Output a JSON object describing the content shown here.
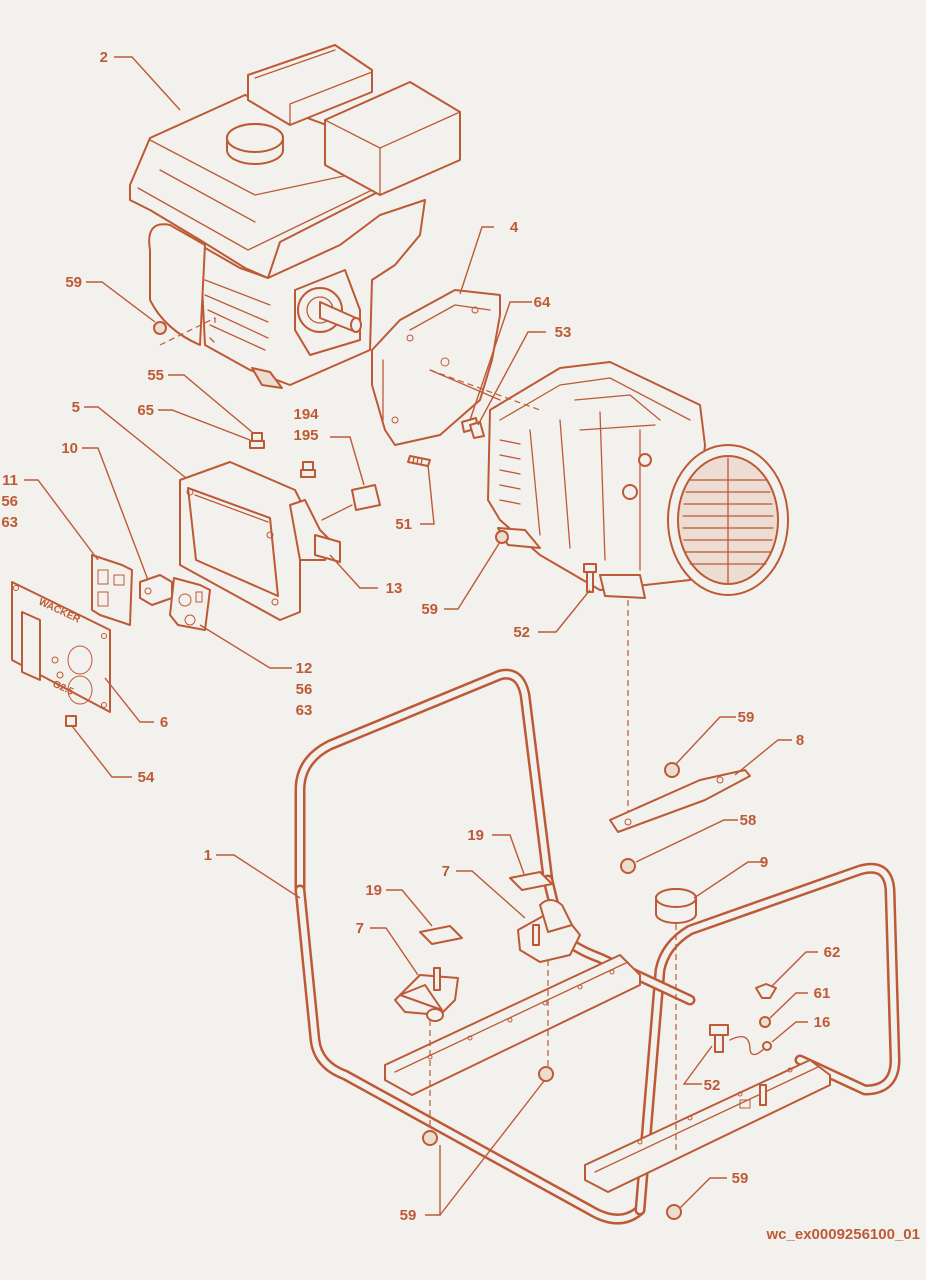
{
  "drawing_code": "wc_ex0009256100_01",
  "plate_text": [
    "WACKER",
    "G2.5"
  ],
  "callouts": [
    {
      "id": "c-2",
      "lines": [
        "2"
      ]
    },
    {
      "id": "c-59-engine",
      "lines": [
        "59"
      ]
    },
    {
      "id": "c-4",
      "lines": [
        "4"
      ]
    },
    {
      "id": "c-64",
      "lines": [
        "64"
      ]
    },
    {
      "id": "c-53",
      "lines": [
        "53"
      ]
    },
    {
      "id": "c-55",
      "lines": [
        "55"
      ]
    },
    {
      "id": "c-65",
      "lines": [
        "65"
      ]
    },
    {
      "id": "c-5",
      "lines": [
        "5"
      ]
    },
    {
      "id": "c-194-195",
      "lines": [
        "194",
        "195"
      ]
    },
    {
      "id": "c-10",
      "lines": [
        "10"
      ]
    },
    {
      "id": "c-11-56-63",
      "lines": [
        "11",
        "56",
        "63"
      ]
    },
    {
      "id": "c-51",
      "lines": [
        "51"
      ]
    },
    {
      "id": "c-13",
      "lines": [
        "13"
      ]
    },
    {
      "id": "c-59-gen",
      "lines": [
        "59"
      ]
    },
    {
      "id": "c-52-gen",
      "lines": [
        "52"
      ]
    },
    {
      "id": "c-12-56-63",
      "lines": [
        "12",
        "56",
        "63"
      ]
    },
    {
      "id": "c-6",
      "lines": [
        "6"
      ]
    },
    {
      "id": "c-54",
      "lines": [
        "54"
      ]
    },
    {
      "id": "c-59-plate",
      "lines": [
        "59"
      ]
    },
    {
      "id": "c-8",
      "lines": [
        "8"
      ]
    },
    {
      "id": "c-58",
      "lines": [
        "58"
      ]
    },
    {
      "id": "c-1",
      "lines": [
        "1"
      ]
    },
    {
      "id": "c-19-a",
      "lines": [
        "19"
      ]
    },
    {
      "id": "c-7-a",
      "lines": [
        "7"
      ]
    },
    {
      "id": "c-9",
      "lines": [
        "9"
      ]
    },
    {
      "id": "c-19-b",
      "lines": [
        "19"
      ]
    },
    {
      "id": "c-7-b",
      "lines": [
        "7"
      ]
    },
    {
      "id": "c-62",
      "lines": [
        "62"
      ]
    },
    {
      "id": "c-61",
      "lines": [
        "61"
      ]
    },
    {
      "id": "c-16",
      "lines": [
        "16"
      ]
    },
    {
      "id": "c-52-frame",
      "lines": [
        "52"
      ]
    },
    {
      "id": "c-59-right",
      "lines": [
        "59"
      ]
    },
    {
      "id": "c-59-bottom",
      "lines": [
        "59"
      ]
    }
  ]
}
